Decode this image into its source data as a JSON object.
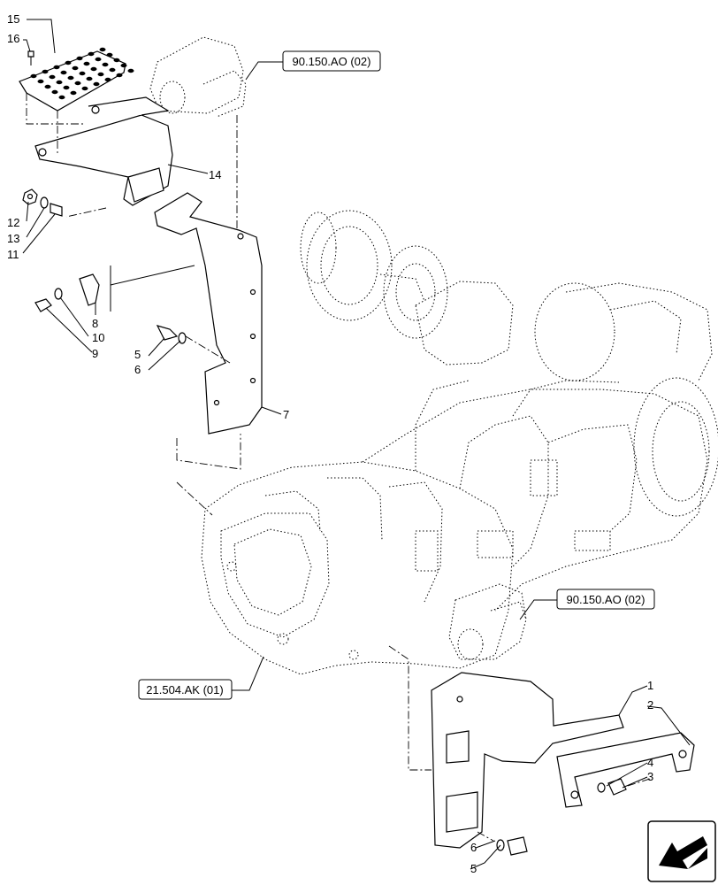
{
  "diagram": {
    "callouts": [
      {
        "id": "c15",
        "label": "15"
      },
      {
        "id": "c16",
        "label": "16"
      },
      {
        "id": "c14",
        "label": "14"
      },
      {
        "id": "c12",
        "label": "12"
      },
      {
        "id": "c13",
        "label": "13"
      },
      {
        "id": "c11",
        "label": "11"
      },
      {
        "id": "c8",
        "label": "8"
      },
      {
        "id": "c10",
        "label": "10"
      },
      {
        "id": "c9",
        "label": "9"
      },
      {
        "id": "c5a",
        "label": "5"
      },
      {
        "id": "c6a",
        "label": "6"
      },
      {
        "id": "c7",
        "label": "7"
      },
      {
        "id": "c1",
        "label": "1"
      },
      {
        "id": "c2",
        "label": "2"
      },
      {
        "id": "c4",
        "label": "4"
      },
      {
        "id": "c3",
        "label": "3"
      },
      {
        "id": "c6b",
        "label": "6"
      },
      {
        "id": "c5b",
        "label": "5"
      }
    ],
    "references": [
      {
        "id": "ref-top",
        "label": "90.150.AO (02)"
      },
      {
        "id": "ref-mid",
        "label": "90.150.AO (02)"
      },
      {
        "id": "ref-bottom",
        "label": "21.504.AK (01)"
      }
    ],
    "nav_icon": "arrow-icon"
  }
}
